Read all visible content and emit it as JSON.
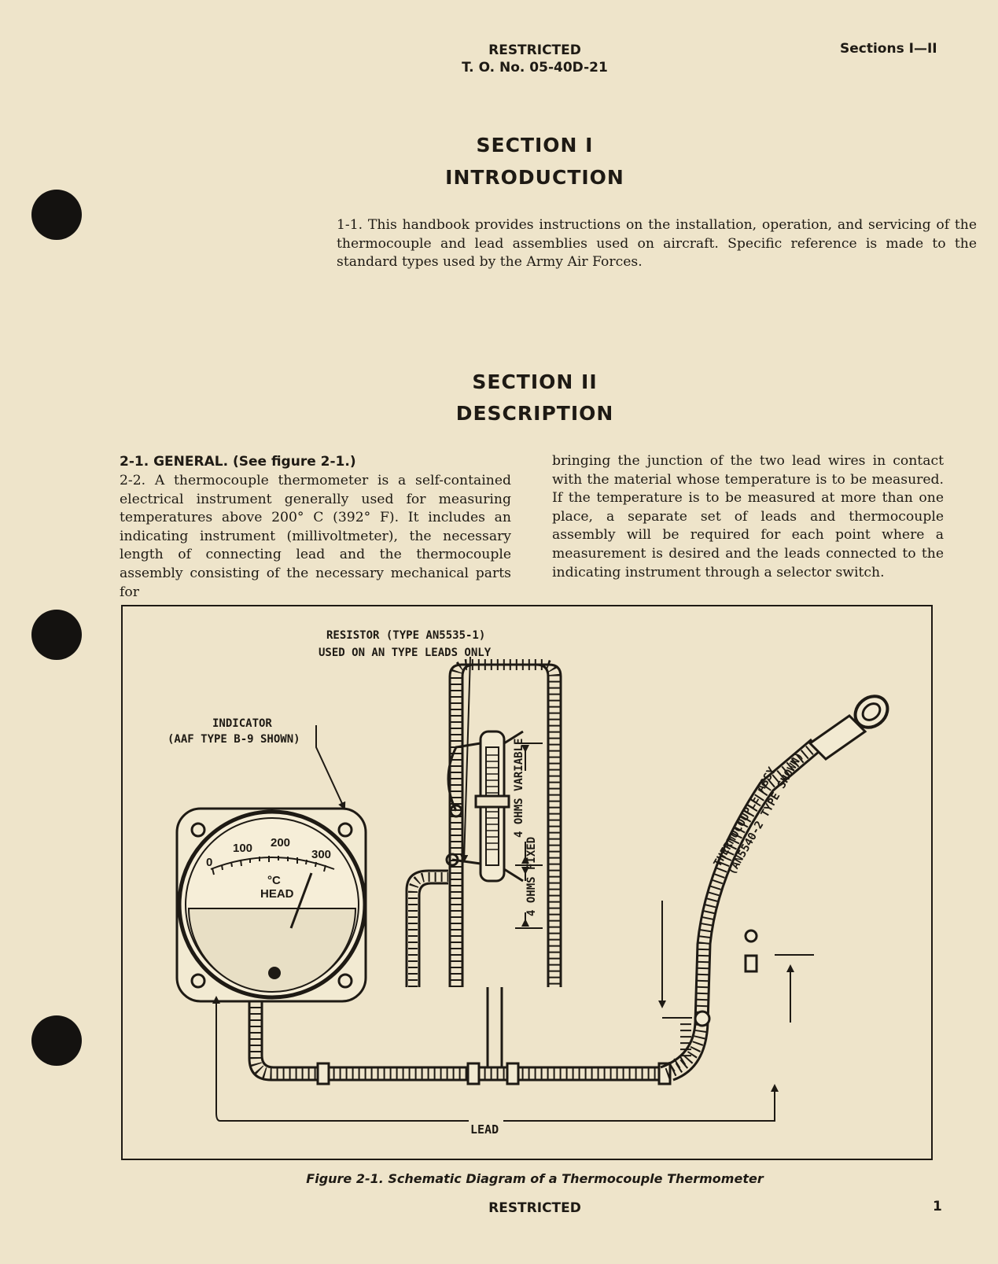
{
  "header": {
    "classification": "RESTRICTED",
    "to_number": "T. O. No. 05-40D-21",
    "sections_ref": "Sections I—II"
  },
  "section1": {
    "heading": "SECTION I",
    "title": "INTRODUCTION",
    "para_1_1": "1-1. This handbook provides instructions on the installation, operation, and servicing of the thermocouple and lead assemblies used on aircraft. Specific reference is made to the standard types used by the Army Air Forces."
  },
  "section2": {
    "heading": "SECTION II",
    "title": "DESCRIPTION",
    "subhead_2_1": "2-1. GENERAL. (See figure 2-1.)",
    "para_2_2_left": "2-2. A thermocouple thermometer is a self-contained electrical instrument generally used for measuring temperatures above 200° C (392° F). It includes an indicating instrument (millivoltmeter), the necessary length of connecting lead and the thermocouple assembly consisting of the necessary mechanical parts for",
    "para_2_2_right": "bringing the junction of the two lead wires in contact with the material whose temperature is to be measured. If the temperature is to be measured at more than one place, a separate set of leads and thermocouple assembly will be required for each point where a measurement is desired and the leads connected to the indicating instrument through a selector switch."
  },
  "figure": {
    "resistor_label_1": "RESISTOR (TYPE AN5535-1)",
    "resistor_label_2": "USED ON AN TYPE LEADS ONLY",
    "indicator_label_1": "INDICATOR",
    "indicator_label_2": "(AAF TYPE B-9 SHOWN)",
    "thermocouple_label_1": "THERMOCOUPLE ASSY",
    "thermocouple_label_2": "(AN5540-2 TYPE SHOWN)",
    "variable_label": "4 OHMS VARIABLE",
    "fixed_label": "4 OHMS FIXED",
    "lead_label": "LEAD",
    "dial_0": "0",
    "dial_100": "100",
    "dial_200": "200",
    "dial_300": "300",
    "dial_unit": "°C",
    "dial_name": "HEAD",
    "caption": "Figure 2-1. Schematic Diagram of a Thermocouple Thermometer"
  },
  "footer": {
    "classification": "RESTRICTED",
    "page_number": "1"
  }
}
